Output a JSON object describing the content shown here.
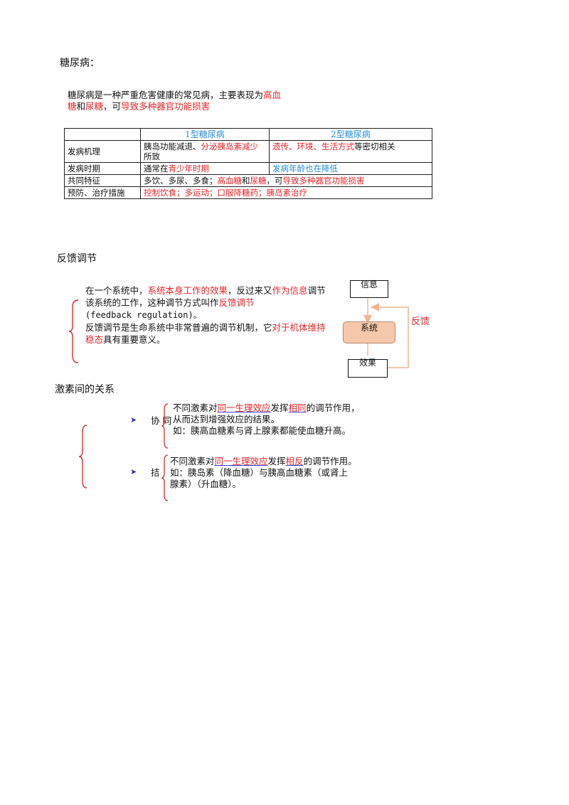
{
  "diabetes": {
    "title": "糖尿病：",
    "intro": {
      "p1": "糖尿病是一种严重危害健康的常见病，主要表现为",
      "p2": "高血",
      "p3": "糖",
      "p4": "和",
      "p5": "尿糖",
      "p6": "，可",
      "p7": "导致多种器官功能损害"
    },
    "table": {
      "headers": [
        "",
        "1型糖尿病",
        "2型糖尿病"
      ],
      "rows": [
        {
          "label": "发病机理",
          "c1a": "胰岛功能减退、",
          "c1b": "分泌胰岛素减少",
          "c1c": "所致",
          "c2a": "遗传、环境、生活方式",
          "c2b": "等密切相关"
        },
        {
          "label": "发病时期",
          "c1a": "通常在",
          "c1b": "青少年时期",
          "c2": "发病年龄也在降低"
        },
        {
          "label": "共同特征",
          "a": "多饮、多尿、多食；",
          "b": "高血糖",
          "c": "和",
          "d": "尿糖",
          "e": "，可",
          "f": "导致多种器官功能损害"
        },
        {
          "label": "预防、治疗措施",
          "a": "控制饮食；多运动；口服降糖药；胰岛素治疗"
        }
      ]
    }
  },
  "feedback": {
    "title": "反馈调节",
    "text": {
      "t1": "在一个系统中，",
      "t2": "系统本身工作的效果",
      "t3": "，反过来又",
      "t4": "作为信息",
      "t5": "调节该系统的工作，这种调节方式叫作",
      "t6": "反馈调节",
      "t7": "(feedback regulation)。",
      "t8": "反馈调节是生命系统中非常普遍的调节机制，它",
      "t9": "对于机体维持稳态",
      "t10": "具有重要意义。"
    },
    "diagram": {
      "info": "信息",
      "system": "系统",
      "effect": "效果",
      "feedback": "反馈"
    },
    "colors": {
      "accent": "#e8262a",
      "system_fill": "#f6c7ab",
      "arrow": "#f3b48f"
    }
  },
  "hormones": {
    "title": "激素间的关系",
    "synergy": {
      "label": "协 同",
      "a": "不同激素对",
      "b": "同一生理效应",
      "c": "发挥",
      "d": "相同",
      "e": "的调节作用，",
      "f": "从而达到增强效应的结果。",
      "g": "如：胰高血糖素与肾上腺素都能使血糖升高。"
    },
    "antagonism": {
      "label": "拮",
      "a": "不同激素对",
      "b": "同一生理效应",
      "c": "发挥",
      "d": "相反",
      "e": "的调节作用。",
      "f": "如：胰岛素（降血糖）与胰高血糖素（或肾上",
      "g": "腺素）（升血糖）。"
    },
    "bullet_icon": "arrow-bullet-icon"
  }
}
